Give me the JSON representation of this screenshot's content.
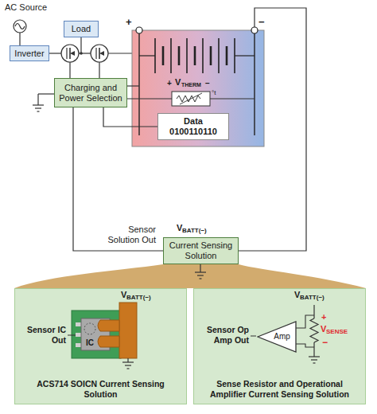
{
  "diagram": {
    "nodes": [
      {
        "text": [
          "Inverter"
        ]
      },
      {
        "text": [
          "Load"
        ]
      },
      {
        "text": [
          "Charging and Power Selection"
        ]
      },
      {
        "text": [
          "Data",
          "0100110110"
        ]
      },
      {
        "text": [
          "Current Sensing Solution"
        ]
      },
      {
        "text": [
          "ACS714 SOICN Current Sensing Solution"
        ]
      },
      {
        "text": [
          "Sense Resistor and Operational Amplifier Current Sensing Solution"
        ]
      },
      {
        "text": [
          "Amp"
        ],
        "in": 6
      }
    ],
    "edges": [
      {
        "from": 3,
        "to": 2,
        "arrow": "none"
      },
      {
        "from": 4,
        "to": 2,
        "arrow": "none"
      }
    ],
    "labels": [
      "AC Source",
      "+",
      "−",
      "+",
      "V",
      "THERM",
      "−",
      "°t",
      "Sensor Solution Out",
      "V",
      "BATT(−)",
      "Sensor IC Out",
      "IC",
      "V",
      "BATT(−)",
      "V",
      "BATT(−)",
      "Sensor Op Amp Out",
      "+",
      "V",
      "SENSE",
      "−"
    ]
  }
}
